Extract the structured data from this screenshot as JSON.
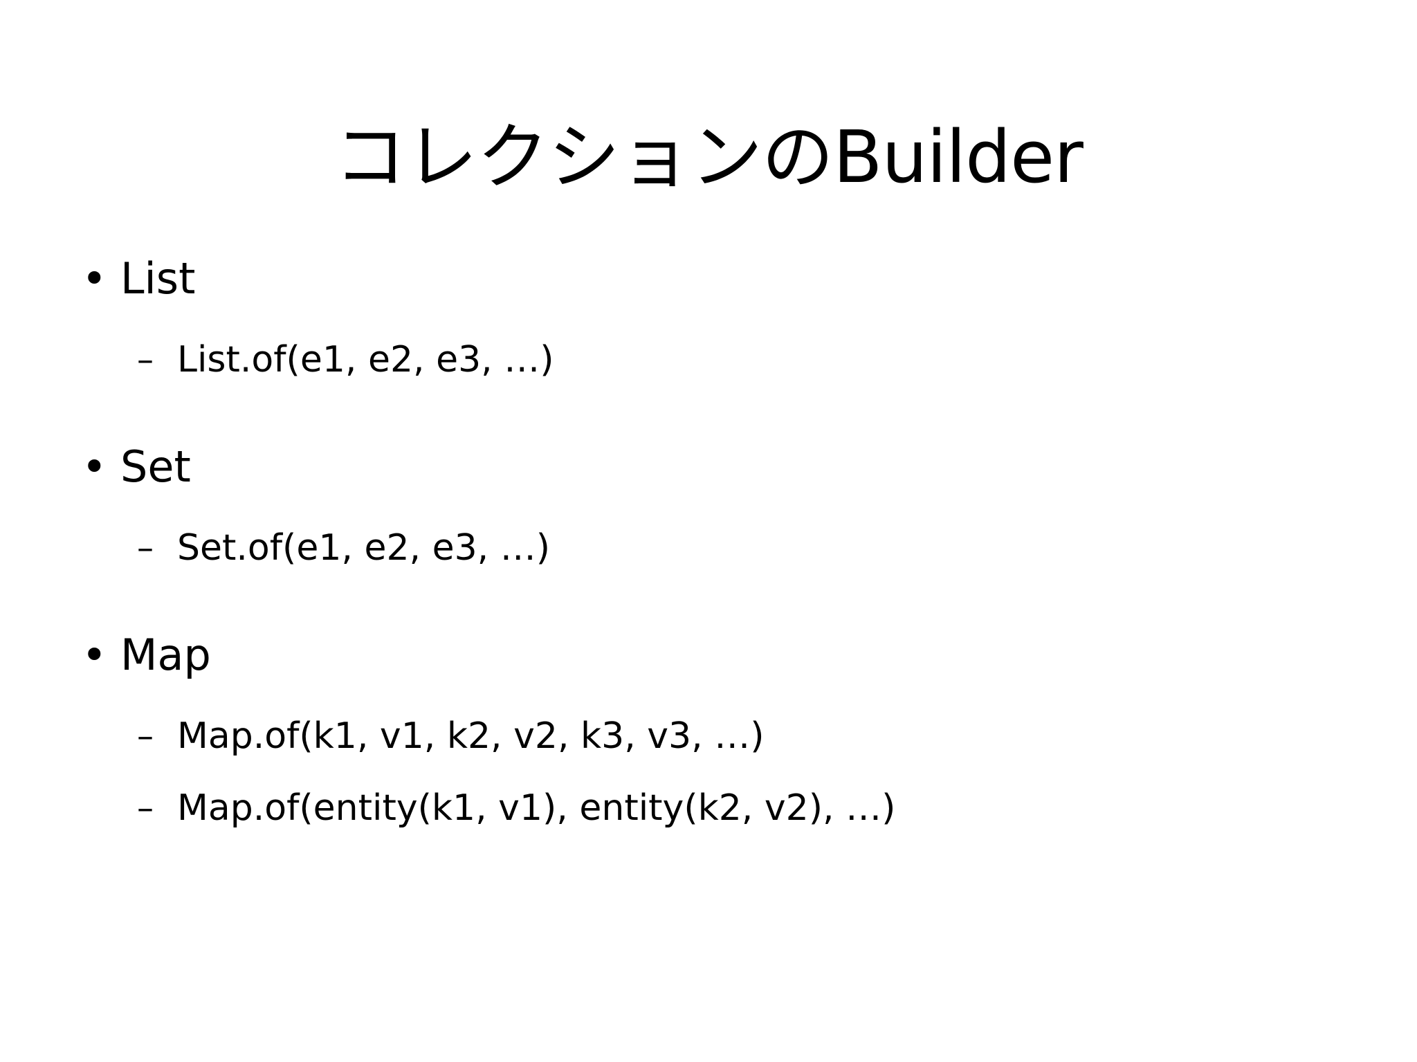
{
  "slide": {
    "title": "コレクションのBuilder",
    "background_color": "#ffffff",
    "text_color": "#000000",
    "bullet_glyph_level1": "•",
    "bullet_glyph_level2": "–",
    "items": [
      {
        "level": 1,
        "label": "List"
      },
      {
        "level": 2,
        "label": "List.of(e1, e2, e3, …)"
      },
      {
        "level": 1,
        "label": "Set"
      },
      {
        "level": 2,
        "label": "Set.of(e1, e2, e3, …)"
      },
      {
        "level": 1,
        "label": "Map"
      },
      {
        "level": 2,
        "label": "Map.of(k1, v1, k2, v2, k3, v3, …)"
      },
      {
        "level": 2,
        "label": "Map.of(entity(k1, v1), entity(k2, v2), …)"
      }
    ]
  }
}
